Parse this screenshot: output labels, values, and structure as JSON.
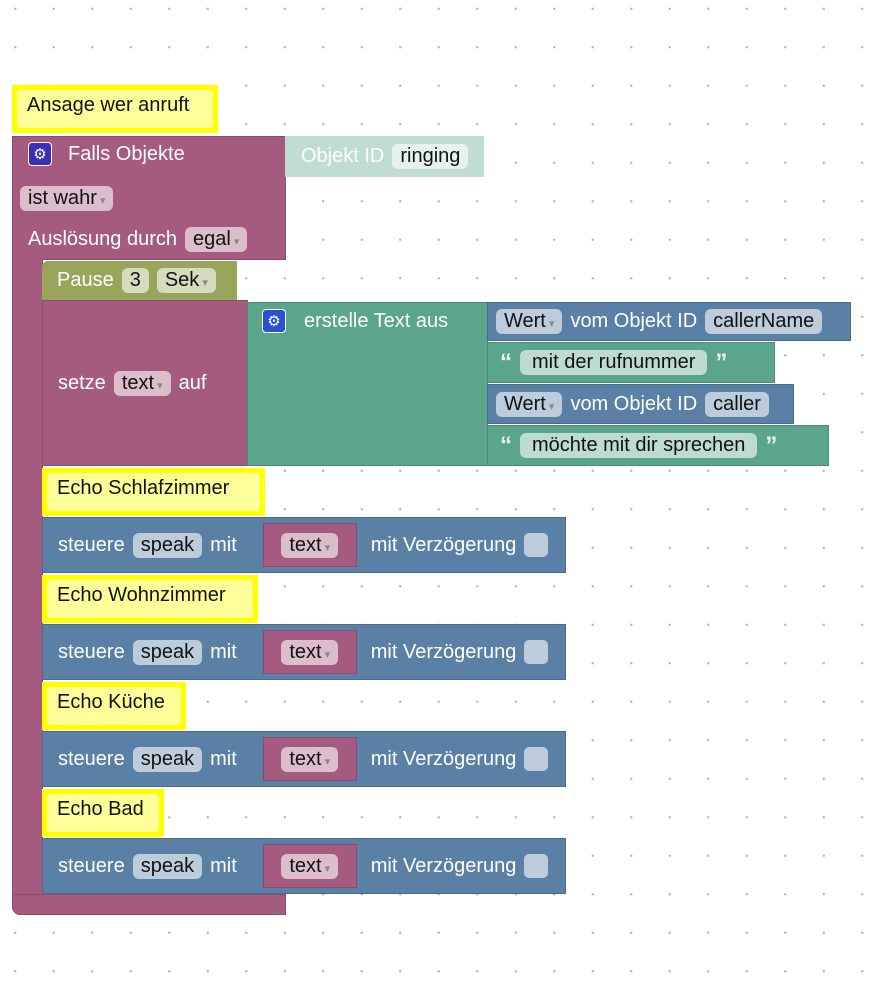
{
  "comments": {
    "main": "Ansage wer anruft",
    "c1": "Echo Schlafzimmer",
    "c2": "Echo Wohnzimmer",
    "c3": "Echo Küche",
    "c4": "Echo Bad"
  },
  "trigger": {
    "label": "Falls Objekte",
    "condition": "ist wahr",
    "trigger_label": "Auslösung durch",
    "trigger_value": "egal",
    "object_label": "Objekt ID",
    "object_id": "ringing"
  },
  "pause": {
    "label": "Pause",
    "value": "3",
    "unit": "Sek"
  },
  "set": {
    "label": "setze",
    "var": "text",
    "suffix": "auf"
  },
  "join": {
    "label": "erstelle Text aus",
    "items": [
      {
        "mode": "Wert",
        "label": "vom Objekt ID",
        "id": "callerName"
      },
      {
        "text": "mit der rufnummer"
      },
      {
        "mode": "Wert",
        "label": "vom Objekt ID",
        "id": "caller"
      },
      {
        "text": "möchte mit dir sprechen"
      }
    ]
  },
  "quotes": {
    "open": "“",
    "close": "”"
  },
  "control": {
    "label": "steuere",
    "state": "speak",
    "with": "mit",
    "var": "text",
    "delay": "mit Verzögerung"
  },
  "colors": {
    "trigger": "#a55b80",
    "control": "#5b80a5",
    "text": "#5ba58c",
    "pause": "#9aa55b",
    "comment": "#ffff00"
  }
}
